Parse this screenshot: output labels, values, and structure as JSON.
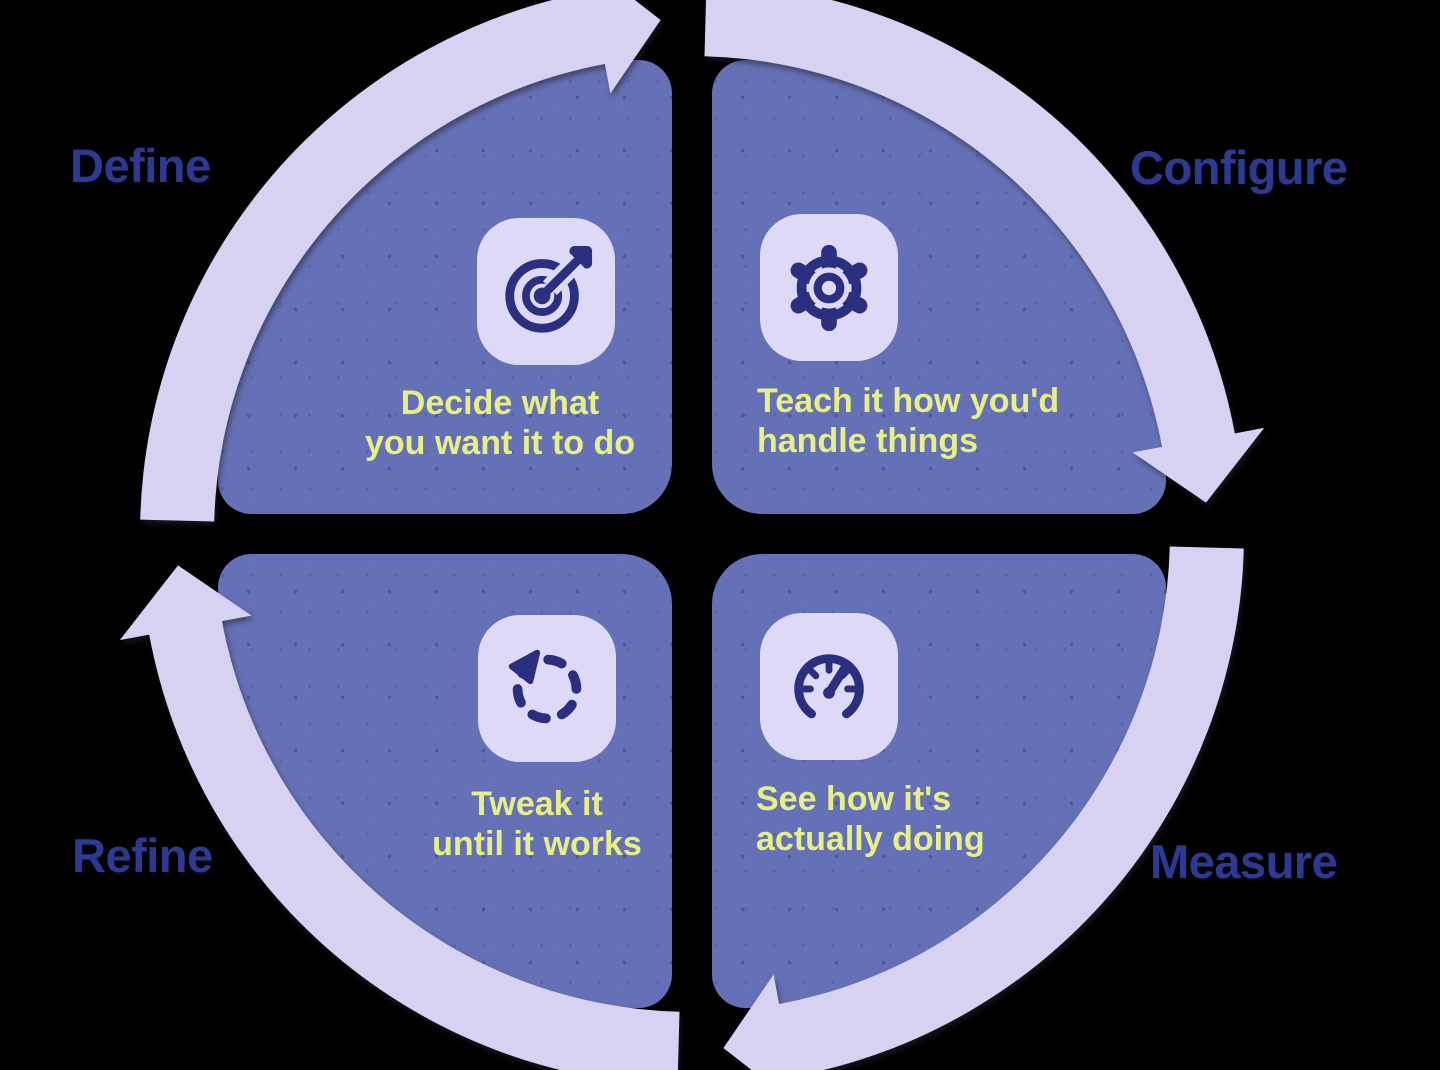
{
  "colors": {
    "background": "#000000",
    "quadrant": "#6571B6",
    "ring": "#D8D2F2",
    "icon_box": "#DFD9F8",
    "icon": "#2B2F80",
    "label": "#2C3A94",
    "caption": "#E9F083"
  },
  "diagram": {
    "type": "cycle",
    "direction": "clockwise",
    "quadrants": {
      "define": {
        "label": "Define",
        "icon": "target-icon",
        "lines": [
          "Decide what",
          "you want it to do"
        ]
      },
      "configure": {
        "label": "Configure",
        "icon": "gear-icon",
        "lines": [
          "Teach it how you'd",
          "handle things"
        ]
      },
      "measure": {
        "label": "Measure",
        "icon": "speedometer-icon",
        "lines": [
          "See how it's",
          "actually doing"
        ]
      },
      "refine": {
        "label": "Refine",
        "icon": "refresh-icon",
        "lines": [
          "Tweak it",
          "until it works"
        ]
      }
    }
  }
}
